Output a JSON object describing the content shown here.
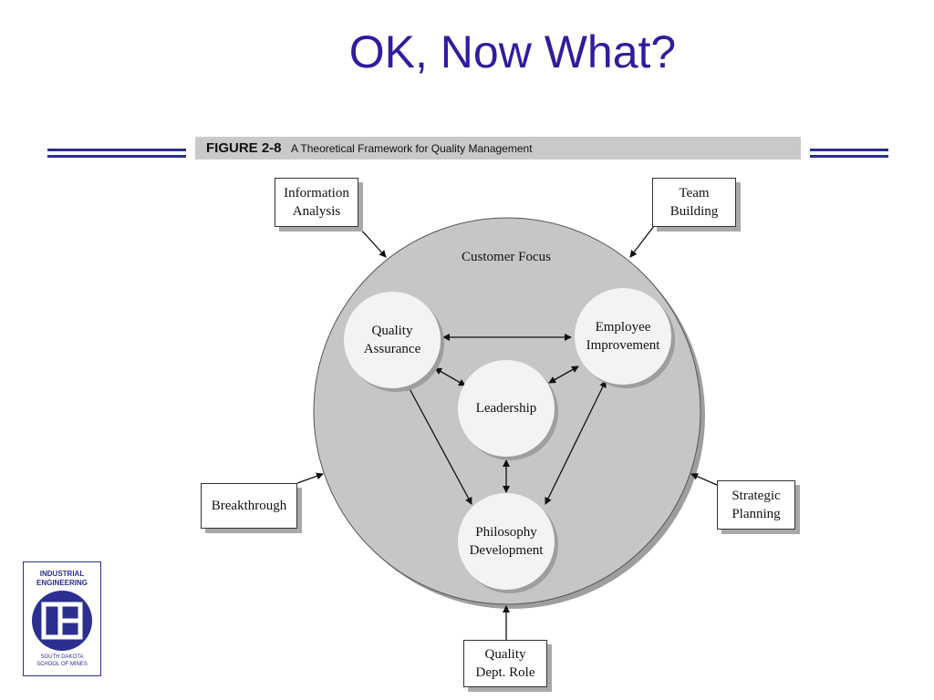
{
  "slide": {
    "title": "OK, Now What?"
  },
  "figure": {
    "label": "FIGURE 2-8",
    "caption": "A Theoretical Framework for Quality Management",
    "outer_circle_label": "Customer Focus",
    "inner_nodes": {
      "quality_assurance": "Quality\nAssurance",
      "employee_improvement": "Employee\nImprovement",
      "leadership": "Leadership",
      "philosophy_development": "Philosophy\nDevelopment"
    },
    "outside_boxes": {
      "information_analysis": "Information\nAnalysis",
      "team_building": "Team\nBuilding",
      "breakthrough": "Breakthrough",
      "strategic_planning": "Strategic\nPlanning",
      "quality_dept_role": "Quality\nDept. Role"
    }
  },
  "logo": {
    "top_text": "INDUSTRIAL\nENGINEERING",
    "bottom_text": "SOUTH DAKOTA\nSCHOOL OF MINES",
    "icon": "ie-monogram-icon"
  },
  "colors": {
    "title": "#2e1d9e",
    "rule": "#2b2f8e",
    "outer_circle": "#c6c6c6",
    "inner_circle": "#f3f3f3"
  }
}
